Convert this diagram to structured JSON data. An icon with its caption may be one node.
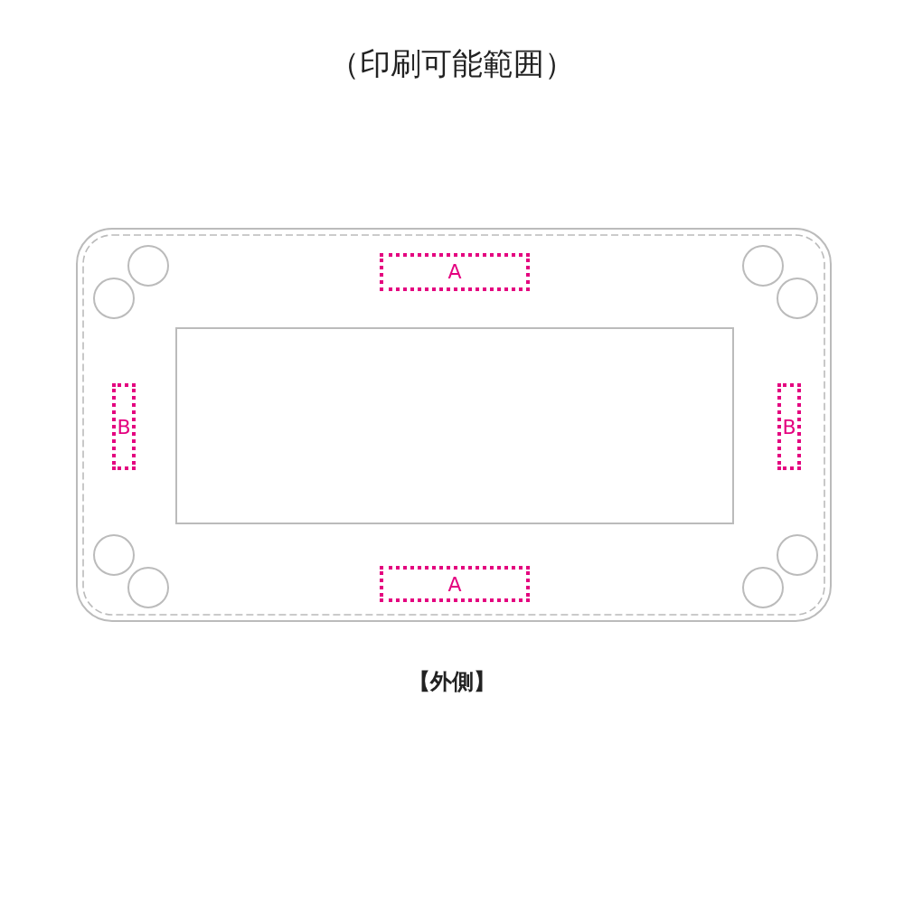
{
  "diagram": {
    "title": "（印刷可能範囲）",
    "caption": "【外側】",
    "nodes": [
      {
        "text": [],
        "shape": "box"
      },
      {
        "text": [
          "A"
        ],
        "in": 0
      },
      {
        "text": [
          "B"
        ],
        "in": 0
      },
      {
        "text": [],
        "shape": "box",
        "in": 0
      },
      {
        "text": [
          "B"
        ],
        "in": 0
      },
      {
        "text": [
          "A"
        ],
        "in": 0
      }
    ]
  }
}
